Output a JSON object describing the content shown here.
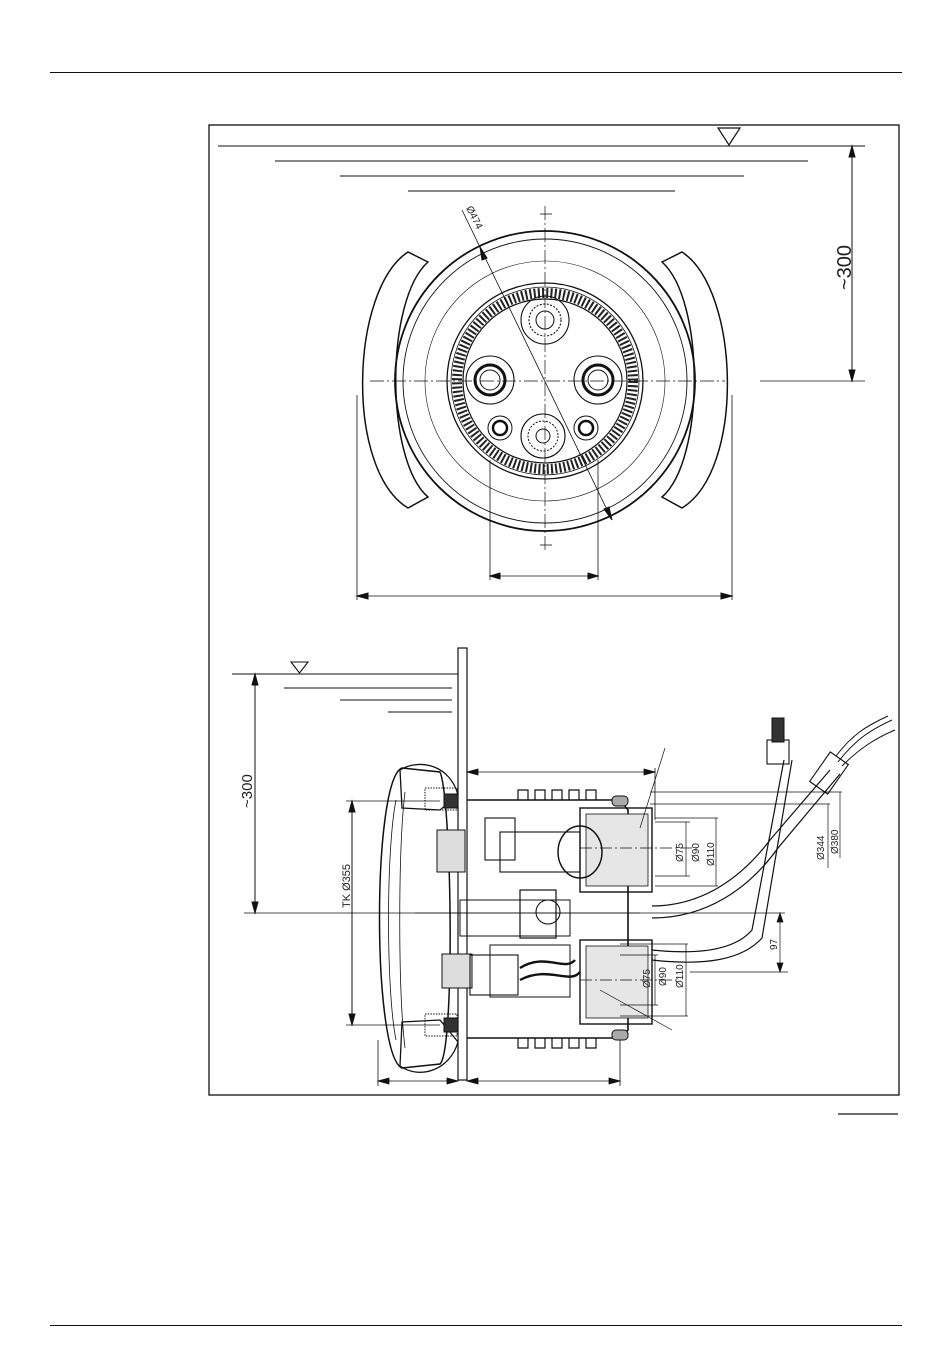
{
  "drawing": {
    "top_view": {
      "diameter_label": "Ø474",
      "depth_label": "~300"
    },
    "side_view": {
      "depth_label": "~300",
      "bolt_circle_label": "TK Ø355",
      "upper_port": {
        "inner_label": "Ø75",
        "mid_label": "Ø90",
        "outer_label": "Ø110"
      },
      "lower_port": {
        "inner_label": "Ø75",
        "mid_label": "Ø90",
        "outer_label": "Ø110"
      },
      "housing_inner_label": "Ø344",
      "housing_outer_label": "Ø380",
      "offset_label": "97"
    }
  }
}
